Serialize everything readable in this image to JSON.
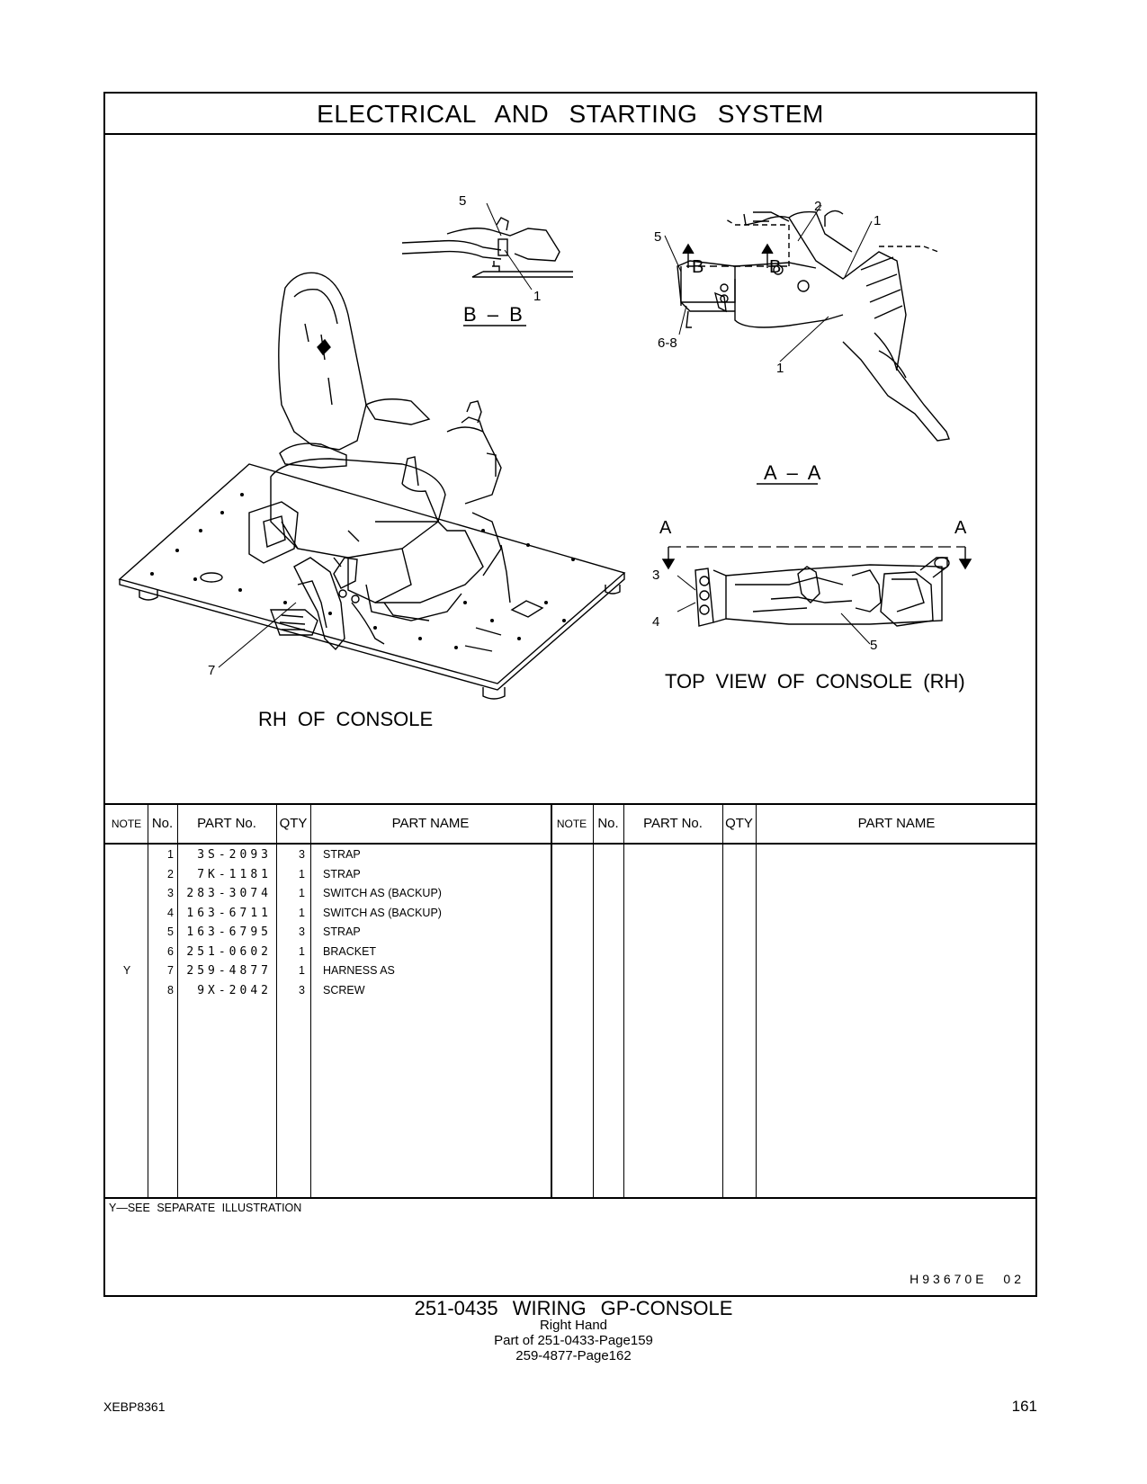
{
  "header": {
    "title": "ELECTRICAL AND STARTING SYSTEM"
  },
  "illustration": {
    "view_bb": {
      "caption": "B – B",
      "callouts": [
        "5",
        "1"
      ]
    },
    "view_aa": {
      "caption": "A – A",
      "callouts": [
        "2",
        "1",
        "5",
        "6-8",
        "1"
      ],
      "section_marks": [
        "B",
        "B"
      ]
    },
    "view_top": {
      "caption": "TOP VIEW OF CONSOLE (RH)",
      "section_marks": [
        "A",
        "A"
      ],
      "callouts": [
        "3",
        "4",
        "5"
      ]
    },
    "view_main": {
      "caption": "RH OF CONSOLE",
      "callouts": [
        "7"
      ]
    }
  },
  "table": {
    "headers": {
      "note": "NOTE",
      "no": "No.",
      "part_no": "PART No.",
      "qty": "QTY",
      "part_name": "PART NAME"
    },
    "rows": [
      {
        "note": "",
        "no": "1",
        "part_no": "3S-2093",
        "qty": "3",
        "name": "STRAP"
      },
      {
        "note": "",
        "no": "2",
        "part_no": "7K-1181",
        "qty": "1",
        "name": "STRAP"
      },
      {
        "note": "",
        "no": "3",
        "part_no": "283-3074",
        "qty": "1",
        "name": "SWITCH AS (BACKUP)"
      },
      {
        "note": "",
        "no": "4",
        "part_no": "163-6711",
        "qty": "1",
        "name": "SWITCH AS (BACKUP)"
      },
      {
        "note": "",
        "no": "5",
        "part_no": "163-6795",
        "qty": "3",
        "name": "STRAP"
      },
      {
        "note": "",
        "no": "6",
        "part_no": "251-0602",
        "qty": "1",
        "name": "BRACKET"
      },
      {
        "note": "Y",
        "no": "7",
        "part_no": "259-4877",
        "qty": "1",
        "name": "HARNESS AS"
      },
      {
        "note": "",
        "no": "8",
        "part_no": "9X-2042",
        "qty": "3",
        "name": "SCREW"
      }
    ],
    "footnote": "Y—SEE SEPARATE ILLUSTRATION",
    "drawing_number": "H93670E 02"
  },
  "footer": {
    "title": "251-0435 WIRING GP-CONSOLE",
    "sub1": "Right Hand",
    "sub2": "Part of 251-0433-Page159",
    "sub3": "259-4877-Page162",
    "doc_code": "XEBP8361",
    "page_number": "161"
  }
}
